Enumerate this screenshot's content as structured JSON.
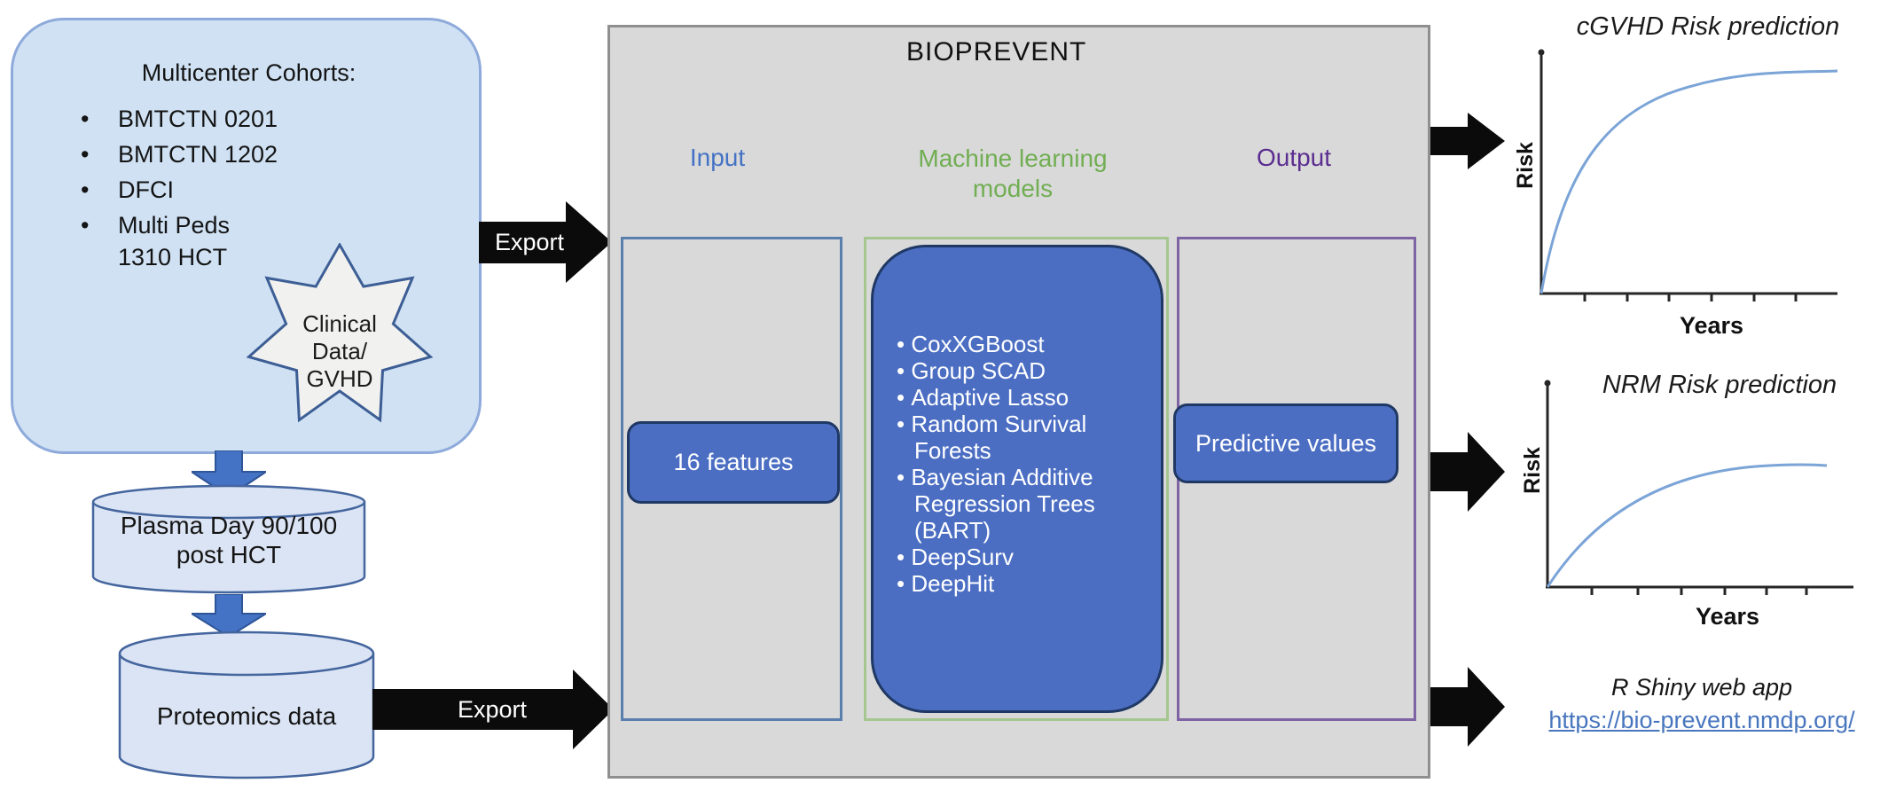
{
  "left_panel": {
    "title": "Multicenter Cohorts:",
    "cohorts": [
      "BMTCTN 0201",
      "BMTCTN 1202",
      "DFCI",
      "Multi Peds"
    ],
    "total": "1310 HCT",
    "star": {
      "line1": "Clinical",
      "line2": "Data/",
      "line3": "GVHD"
    }
  },
  "cylinders": {
    "plasma": {
      "line1": "Plasma Day 90/100",
      "line2": "post HCT"
    },
    "proteomics": "Proteomics data"
  },
  "export_arrows": {
    "top": "Export",
    "bottom": "Export"
  },
  "bioprevent": {
    "title": "BIOPREVENT",
    "input": {
      "label": "Input",
      "box": "16 features"
    },
    "ml": {
      "label": "Machine learning models",
      "models": [
        "CoxXGBoost",
        "Group SCAD",
        "Adaptive Lasso",
        "Random Survival Forests",
        "Bayesian Additive Regression Trees (BART)",
        "DeepSurv",
        "DeepHit"
      ]
    },
    "output": {
      "label": "Output",
      "box": "Predictive values"
    }
  },
  "predictions": {
    "cgvhd": {
      "title": "cGVHD Risk prediction",
      "ylabel": "Risk",
      "xlabel": "Years"
    },
    "nrm": {
      "title": "NRM Risk prediction",
      "ylabel": "Risk",
      "xlabel": "Years"
    }
  },
  "webapp": {
    "label": "R Shiny web app",
    "url": "https://bio-prevent.nmdp.org/"
  },
  "colors": {
    "panel_blue": "#cfe1f3",
    "panel_border": "#8eaadb",
    "star_fill": "#f1f1ef",
    "star_border": "#3d5e95",
    "cylinder_fill": "#dbe4f4",
    "cylinder_border": "#44659e",
    "flow_arrow_blue": "#4472c4",
    "gray_box": "#d9d9d9",
    "ml_box_blue": "#4b6ec3",
    "ml_box_border": "#1f3864",
    "input_label": "#4472c4",
    "ml_label": "#71ae53",
    "output_label": "#5b2d90",
    "input_rect_border": "#5b7fad",
    "ml_rect_border": "#a6c68f",
    "output_rect_border": "#7e63a5",
    "curve_blue": "#7ba4d7",
    "link_blue": "#4876be",
    "black_arrow": "#0b0b0b"
  },
  "chart_data": [
    {
      "type": "line",
      "title": "cGVHD Risk prediction",
      "xlabel": "Years",
      "ylabel": "Risk",
      "x_tick_labels": [],
      "x_ticks_count": 6,
      "axis_numeric_labels_shown": false,
      "series": [
        {
          "name": "cGVHD risk",
          "x_norm": [
            0,
            0.15,
            0.3,
            0.45,
            0.6,
            0.75,
            0.9,
            1.0
          ],
          "y_norm": [
            0,
            0.35,
            0.58,
            0.73,
            0.84,
            0.91,
            0.96,
            0.98
          ]
        }
      ],
      "legend": "none",
      "grid": false
    },
    {
      "type": "line",
      "title": "NRM Risk prediction",
      "xlabel": "Years",
      "ylabel": "Risk",
      "x_tick_labels": [],
      "x_ticks_count": 6,
      "axis_numeric_labels_shown": false,
      "series": [
        {
          "name": "NRM risk",
          "x_norm": [
            0,
            0.15,
            0.3,
            0.45,
            0.6,
            0.75,
            0.9,
            1.0
          ],
          "y_norm": [
            0,
            0.2,
            0.35,
            0.45,
            0.52,
            0.56,
            0.58,
            0.58
          ]
        }
      ],
      "legend": "none",
      "grid": false
    }
  ]
}
